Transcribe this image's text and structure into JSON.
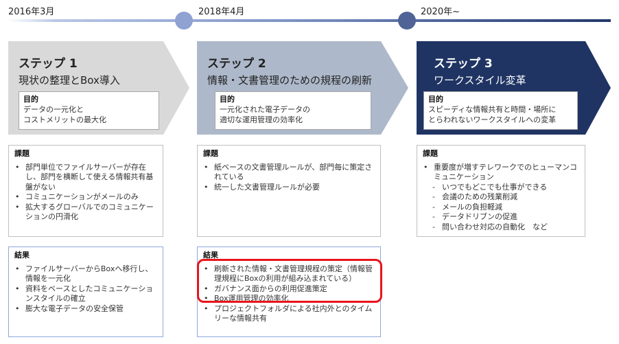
{
  "timeline": {
    "dates": [
      "2016年3月",
      "2018年4月",
      "2020年~"
    ],
    "colors": {
      "dot1": "#8fa2d2",
      "dot2": "#4f6397"
    }
  },
  "steps": [
    {
      "title": "ステップ 1",
      "subtitle": "現状の整理とBox導入",
      "fill": "#d9d9d9",
      "text_color": "#222222",
      "goal": {
        "label": "目的",
        "lines": [
          "データの一元化と",
          "コストメリットの最大化"
        ]
      },
      "issues": {
        "label": "課題",
        "items": [
          {
            "type": "bullet",
            "text": "部門単位でファイルサーバーが存在し、部門を横断して使える情報共有基盤がない"
          },
          {
            "type": "bullet",
            "text": "コミュニケーションがメールのみ"
          },
          {
            "type": "bullet",
            "text": "拡大するグローバルでのコミュニケーションの円滑化"
          }
        ]
      },
      "results": {
        "label": "結果",
        "items": [
          {
            "type": "bullet",
            "text": "ファイルサーバーからBoxへ移行し、情報を一元化"
          },
          {
            "type": "bullet",
            "text": "資料をベースとしたコミュニケーションスタイルの確立"
          },
          {
            "type": "bullet",
            "text": "膨大な電子データの安全保管"
          }
        ]
      }
    },
    {
      "title": "ステップ 2",
      "subtitle": "情報・文書管理のための規程の刷新",
      "fill": "#adb9ca",
      "text_color": "#222222",
      "goal": {
        "label": "目的",
        "lines": [
          "一元化された電子データの",
          "適切な運用管理の効率化"
        ]
      },
      "issues": {
        "label": "課題",
        "items": [
          {
            "type": "bullet",
            "text": "紙ベースの文書管理ルールが、部門毎に策定されている"
          },
          {
            "type": "bullet",
            "text": "統一した文書管理ルールが必要"
          }
        ]
      },
      "results": {
        "label": "結果",
        "items": [
          {
            "type": "bullet",
            "text": "刷新された情報・文書管理規程の策定（情報管理規程にBoxの利用が組み込まれている）"
          },
          {
            "type": "bullet",
            "text": "ガバナンス面からの利用促進策定"
          },
          {
            "type": "bullet",
            "text": "Box運用管理の効率化"
          },
          {
            "type": "bullet",
            "text": "プロジェクトフォルダによる社内外とのタイムリーな情報共有"
          }
        ],
        "highlight_color": "#e8141c"
      }
    },
    {
      "title": "ステップ 3",
      "subtitle": "ワークスタイル変革",
      "fill": "#1f3463",
      "text_color": "#ffffff",
      "goal": {
        "label": "目的",
        "lines": [
          "スピーディな情報共有と時間・場所に",
          "とらわれないワークスタイルへの変革"
        ]
      },
      "issues": {
        "label": "課題",
        "items": [
          {
            "type": "bullet",
            "text": "重要度が増すテレワークでのヒューマンコミュニケーション"
          },
          {
            "type": "sub",
            "text": "いつでもどこでも仕事ができる"
          },
          {
            "type": "sub",
            "text": "会議のための残業削減"
          },
          {
            "type": "sub",
            "text": "メールの負担軽減"
          },
          {
            "type": "sub",
            "text": "データドリブンの促進"
          },
          {
            "type": "sub",
            "text": "問い合わせ対応の自動化　など"
          }
        ]
      }
    }
  ],
  "bullet_glyph": "•",
  "sub_glyph": "-"
}
